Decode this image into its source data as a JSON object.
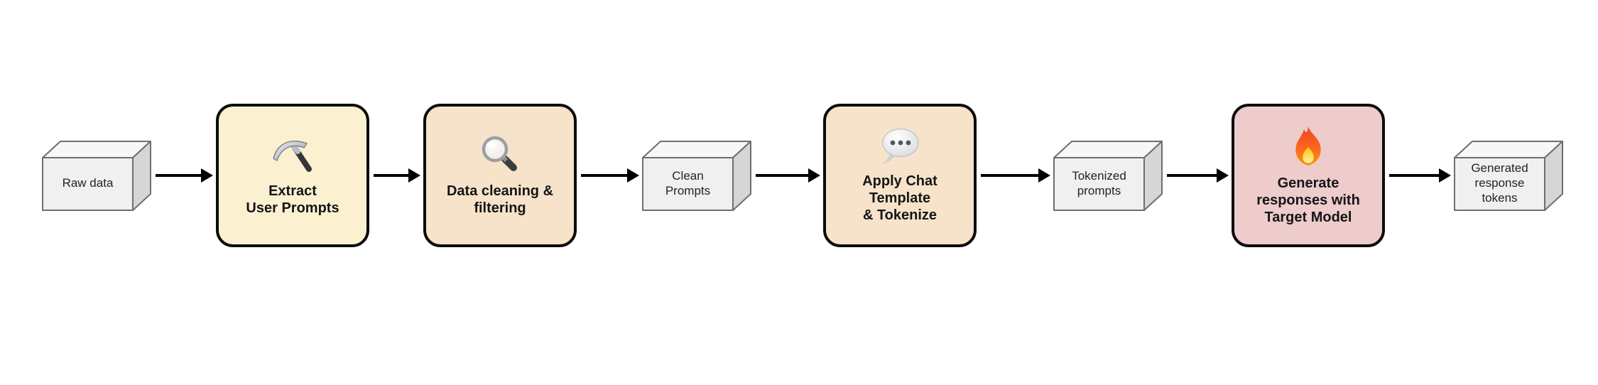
{
  "diagram": {
    "description": "Data pipeline flowchart: raw data to generated response tokens",
    "nodes": [
      {
        "type": "data-cube",
        "label": "Raw data"
      },
      {
        "type": "process",
        "label": "Extract\nUser Prompts",
        "icon": "pickaxe-icon",
        "fill": "#fbf1d1"
      },
      {
        "type": "process",
        "label": "Data cleaning &\nfiltering",
        "icon": "magnifying-glass-icon",
        "fill": "#f7e3ca"
      },
      {
        "type": "data-cube",
        "label": "Clean\nPrompts"
      },
      {
        "type": "process",
        "label": "Apply Chat\nTemplate\n& Tokenize",
        "icon": "speech-balloon-icon",
        "fill": "#f7e3ca"
      },
      {
        "type": "data-cube",
        "label": "Tokenized\nprompts"
      },
      {
        "type": "process",
        "label": "Generate\nresponses with\nTarget Model",
        "icon": "fire-icon",
        "fill": "#edcccb"
      },
      {
        "type": "data-cube",
        "label": "Generated\nresponse\ntokens"
      }
    ],
    "arrows": {
      "count": 7,
      "color": "#000000",
      "direction": "right"
    },
    "colors": {
      "background": "#ffffff",
      "cube_front": "#f0f0f0",
      "cube_top": "#f7f7f7",
      "cube_side": "#d6d6d6",
      "cube_border": "#6e6e6e",
      "process_border": "#0c0c0c",
      "text": "#141517"
    }
  }
}
